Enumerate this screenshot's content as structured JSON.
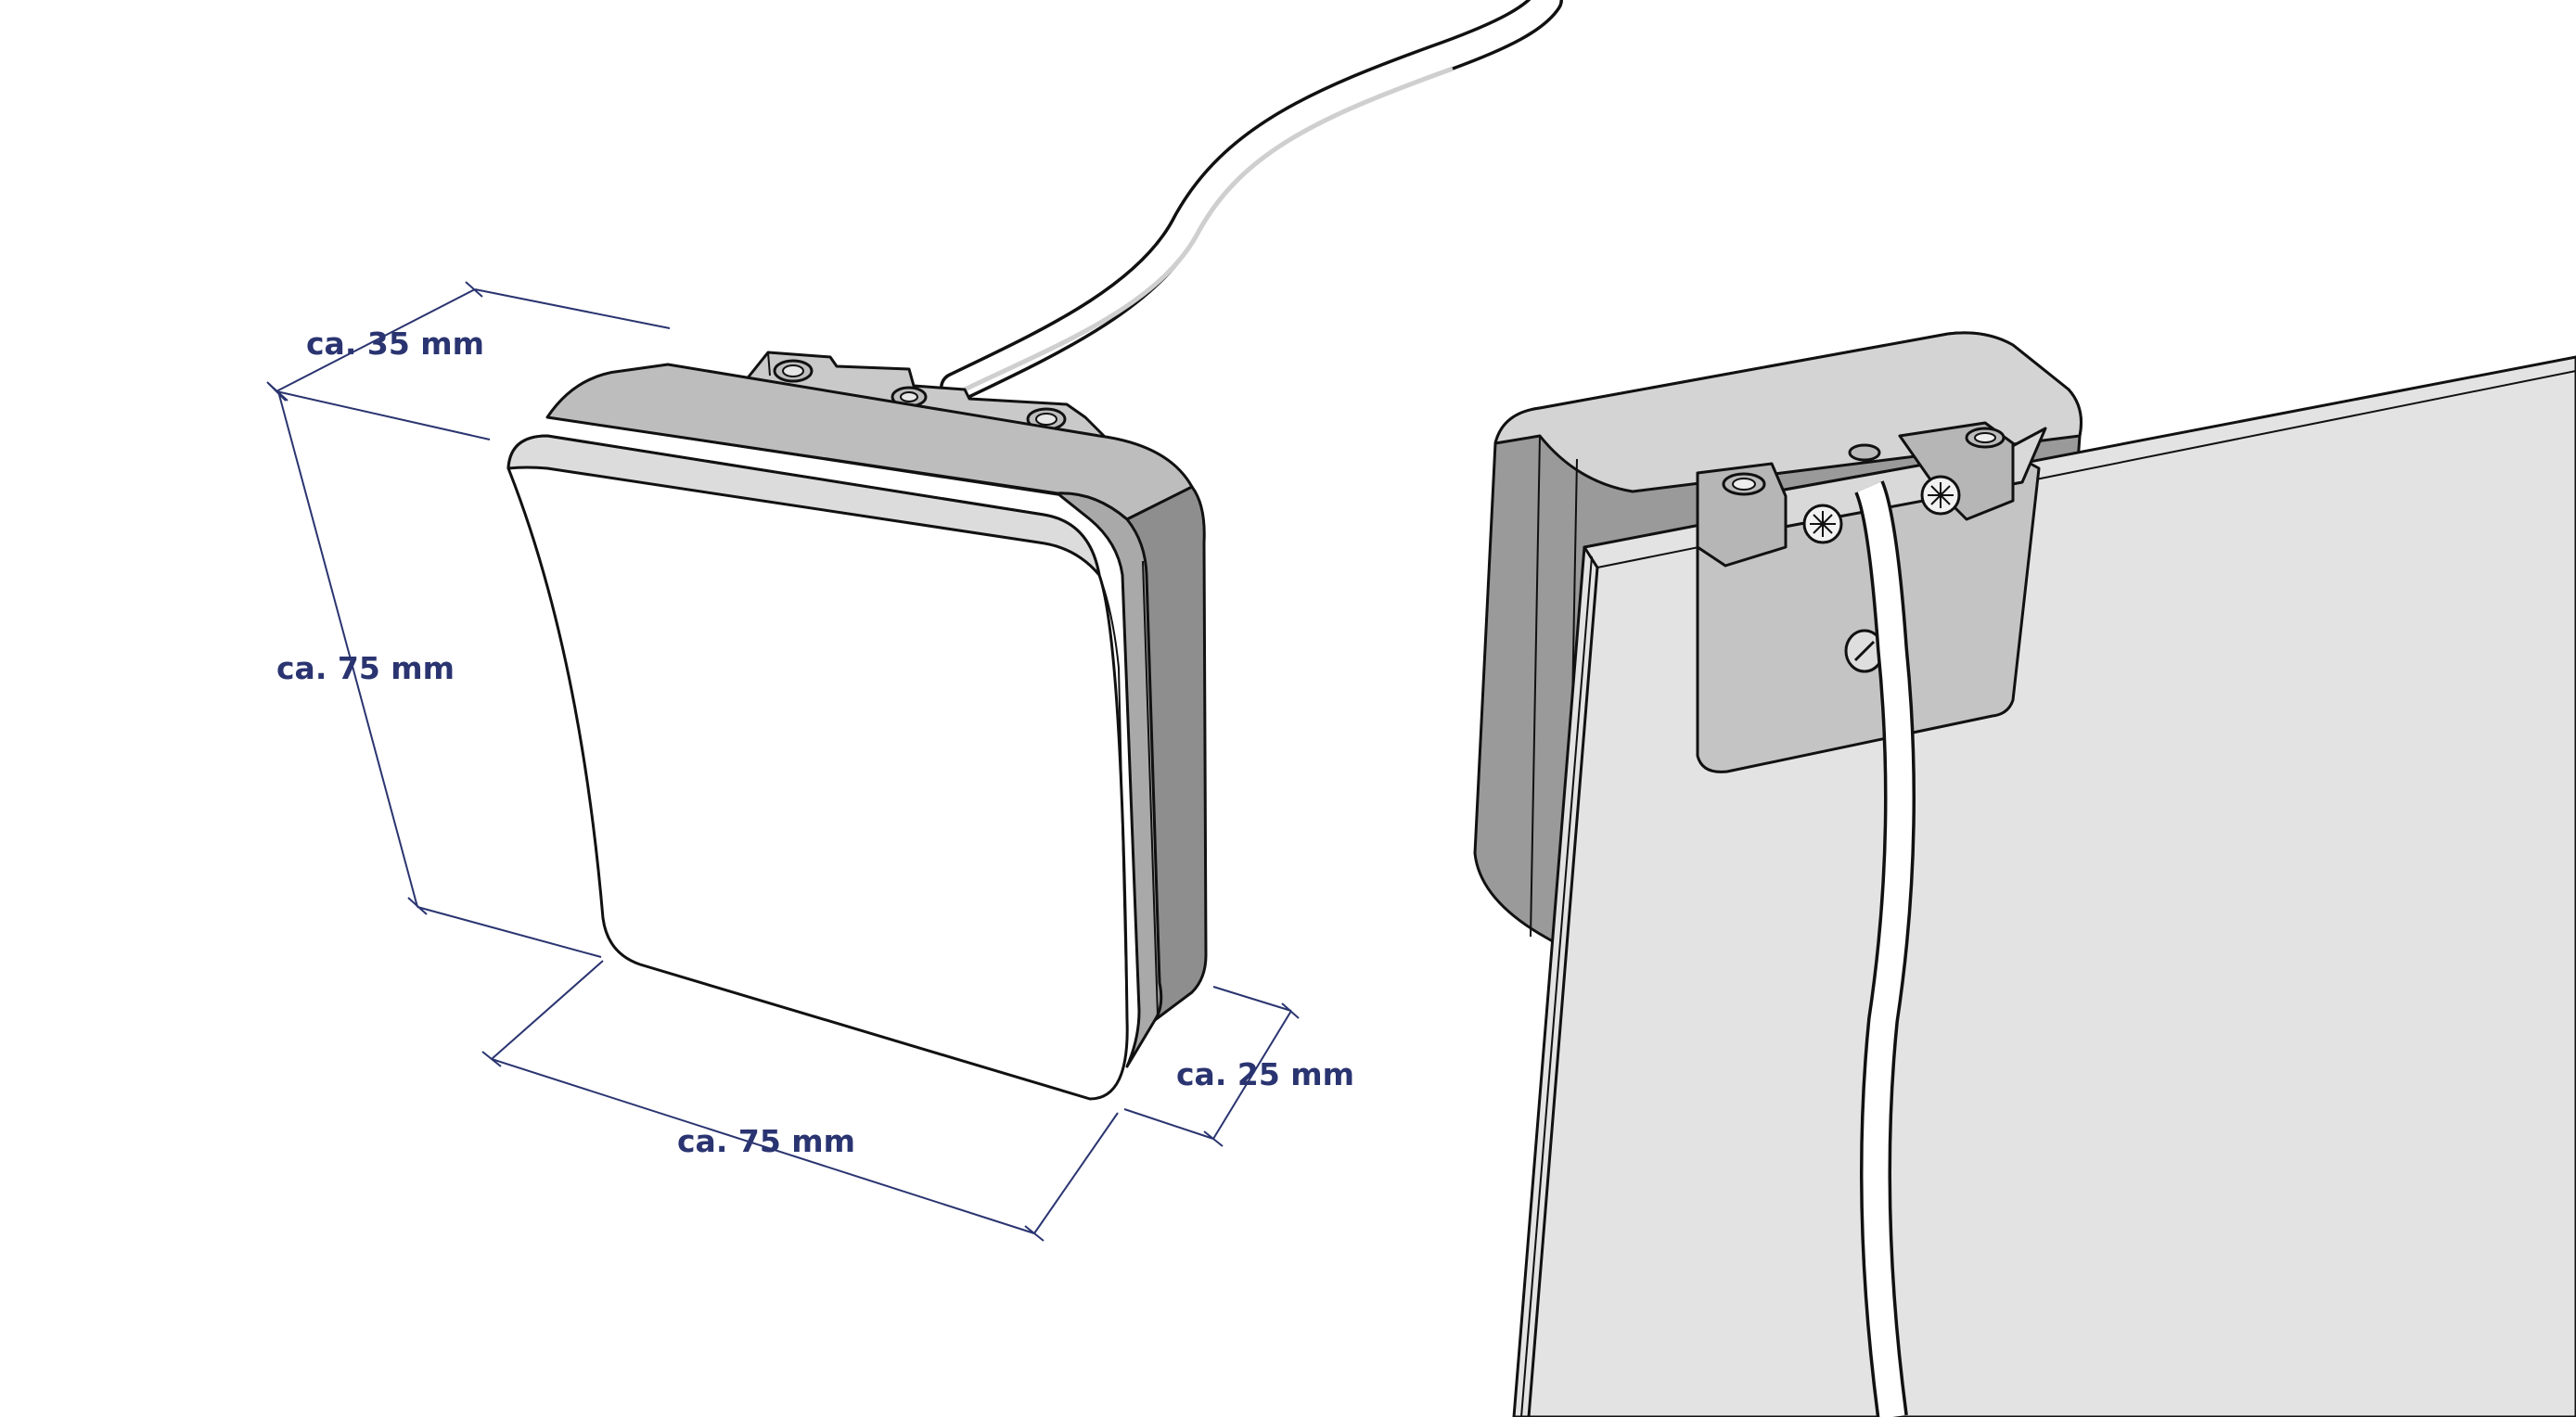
{
  "dimensions": {
    "depth": "ca. 35 mm",
    "height": "ca. 75 mm",
    "width": "ca. 75 mm",
    "mount_depth": "ca. 25 mm"
  },
  "colors": {
    "dimension": "#2a3470",
    "outline": "#111111",
    "face": "#ffffff",
    "side_dark": "#8e8e8e",
    "side_mid": "#a9a9a9",
    "top_light": "#d9d9d9",
    "panel": "#e3e3e3",
    "bracket": "#c4c4c4"
  }
}
